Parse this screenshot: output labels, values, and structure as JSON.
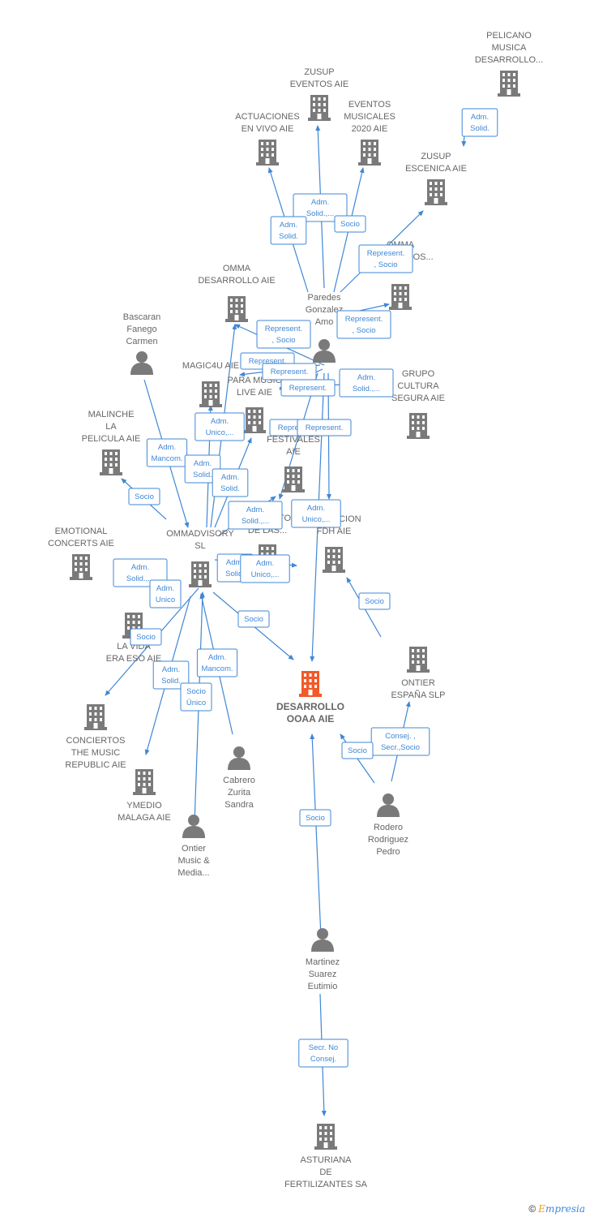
{
  "colors": {
    "edge": "#3f87d6",
    "node": "#7a7a7a",
    "main": "#f15a29",
    "label": "#666666"
  },
  "nodes": [
    {
      "id": "pelicano",
      "type": "company",
      "label": [
        "PELICANO",
        "MUSICA",
        "DESARROLLO..."
      ]
    },
    {
      "id": "zusup_ev",
      "type": "company",
      "label": [
        "ZUSUP",
        "EVENTOS AIE"
      ]
    },
    {
      "id": "actuaciones",
      "type": "company",
      "label": [
        "ACTUACIONES",
        "EN VIVO AIE"
      ]
    },
    {
      "id": "eventos2020",
      "type": "company",
      "label": [
        "EVENTOS",
        "MUSICALES",
        "2020 AIE"
      ]
    },
    {
      "id": "zusup_esc",
      "type": "company",
      "label": [
        "ZUSUP",
        "ESCENICA AIE"
      ]
    },
    {
      "id": "omma_des",
      "type": "company",
      "label": [
        "OMMA",
        "DESARROLLO AIE"
      ]
    },
    {
      "id": "omma_x",
      "type": "company",
      "label": [
        "OMMA",
        "ESCENARIOS..."
      ]
    },
    {
      "id": "paredes",
      "type": "person",
      "label": [
        "Paredes",
        "Gonzalez",
        "Amo"
      ]
    },
    {
      "id": "bascaran",
      "type": "person",
      "label": [
        "Bascaran",
        "Fanego",
        "Carmen"
      ]
    },
    {
      "id": "magic4u",
      "type": "company",
      "label": [
        "MAGIC4U AIE"
      ]
    },
    {
      "id": "paramusic",
      "type": "company",
      "label": [
        "PARA MUSIC",
        "LIVE AIE"
      ]
    },
    {
      "id": "grupo",
      "type": "company",
      "label": [
        "GRUPO",
        "CULTURA",
        "SEGURA AIE"
      ]
    },
    {
      "id": "malinche",
      "type": "company",
      "label": [
        "MALINCHE",
        "LA",
        "PELICULA AIE"
      ]
    },
    {
      "id": "festivales",
      "type": "company",
      "label": [
        "FESTIVALES",
        "AIE"
      ]
    },
    {
      "id": "conciertos_las",
      "type": "company",
      "label": [
        "CONCIERTOS",
        "DE LAS..."
      ]
    },
    {
      "id": "fdh",
      "type": "company",
      "label": [
        "FORMACION",
        "FDH AIE"
      ]
    },
    {
      "id": "emotional",
      "type": "company",
      "label": [
        "EMOTIONAL",
        "CONCERTS AIE"
      ]
    },
    {
      "id": "ommadvisory",
      "type": "company",
      "label": [
        "OMMADVISORY",
        "SL"
      ]
    },
    {
      "id": "lavida",
      "type": "company",
      "label": [
        "LA VIDA",
        "ERA ESO AIE"
      ]
    },
    {
      "id": "main",
      "type": "main",
      "label": [
        "DESARROLLO",
        "OOAA AIE"
      ]
    },
    {
      "id": "ontier_es",
      "type": "company",
      "label": [
        "ONTIER",
        "ESPAÑA SLP"
      ]
    },
    {
      "id": "conciertos_tmr",
      "type": "company",
      "label": [
        "CONCIERTOS",
        "THE MUSIC",
        "REPUBLIC AIE"
      ]
    },
    {
      "id": "cabrero",
      "type": "person",
      "label": [
        "Cabrero",
        "Zurita",
        "Sandra"
      ]
    },
    {
      "id": "ymedio",
      "type": "company",
      "label": [
        "YMEDIO",
        "MALAGA AIE"
      ]
    },
    {
      "id": "rodero",
      "type": "person",
      "label": [
        "Rodero",
        "Rodriguez",
        "Pedro"
      ]
    },
    {
      "id": "ontier_music",
      "type": "person",
      "label": [
        "Ontier",
        "Music &",
        "Media..."
      ]
    },
    {
      "id": "martinez",
      "type": "person",
      "label": [
        "Martinez",
        "Suarez",
        "Eutimio"
      ]
    },
    {
      "id": "asturiana",
      "type": "company",
      "label": [
        "ASTURIANA",
        "DE",
        "FERTILIZANTES SA"
      ]
    }
  ],
  "edge_labels": [
    [
      "Adm.",
      "Solid."
    ],
    [
      "Adm.",
      "Solid.,..."
    ],
    [
      "Adm.",
      "Solid."
    ],
    [
      "Socio"
    ],
    [
      "Represent.",
      ", Socio"
    ],
    [
      "Represent.",
      ", Socio"
    ],
    [
      "Represent.",
      ", Socio"
    ],
    [
      "Represent."
    ],
    [
      "Represent."
    ],
    [
      "Adm.",
      "Solid.,..."
    ],
    [
      "Represent."
    ],
    [
      "Adm.",
      "Unico,..."
    ],
    [
      "Represent."
    ],
    [
      "Represent."
    ],
    [
      "Adm.",
      "Mancom."
    ],
    [
      "Adm.",
      "Solid."
    ],
    [
      "Adm.",
      "Solid."
    ],
    [
      "Socio"
    ],
    [
      "Adm.",
      "Solid.,..."
    ],
    [
      "Adm.",
      "Unico,..."
    ],
    [
      "Adm.",
      "Solid."
    ],
    [
      "Adm.",
      "Unico,..."
    ],
    [
      "Adm.",
      "Solid.,..."
    ],
    [
      "Adm.",
      "Unico"
    ],
    [
      "Socio"
    ],
    [
      "Socio"
    ],
    [
      "Socio"
    ],
    [
      "Adm.",
      "Mancom."
    ],
    [
      "Adm.",
      "Solid."
    ],
    [
      "Socio",
      "Único"
    ],
    [
      "Consej. ,",
      "Secr.,Socio"
    ],
    [
      "Socio"
    ],
    [
      "Socio"
    ],
    [
      "Secr.  No",
      "Consej."
    ]
  ],
  "brand": {
    "copyright": "©",
    "e": "E",
    "rest": "mpresia"
  }
}
